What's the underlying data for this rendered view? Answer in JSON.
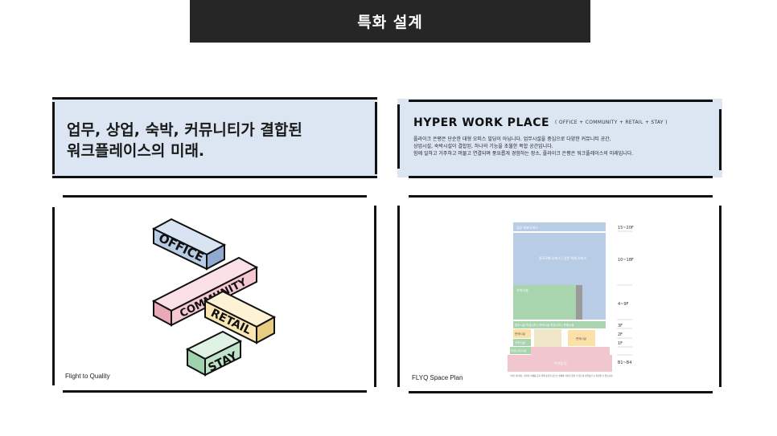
{
  "header": {
    "title": "특화 설계"
  },
  "panel_concept": {
    "headline_line1": "업무, 상업, 숙박, 커뮤니티가 결합된",
    "headline_line2": "워크플레이스의 미래."
  },
  "panel_hyper": {
    "title": "HYPER WORK PLACE",
    "subtitle": "( OFFICE + COMMUNITY + RETAIL + STAY )",
    "body_line1": "플라이크 은평은 단순한 대형 오피스 빌딩이 아닙니다. 업무시설을 중심으로 다양한 커뮤니티 공간,",
    "body_line2": "상업시설, 숙박시설이 결합된, 하나의 기능을 초월한 복합 공간입니다.",
    "body_line3": "함께 일하고 거주하고 머물고 연결되며 풍요롭게 경험하는 장소, 플라이크 은평은 워크플레이스의 미래입니다."
  },
  "panel_diagram": {
    "caption": "Flight to Quality",
    "blocks": [
      {
        "label": "OFFICE",
        "color": "#b9cce6"
      },
      {
        "label": "COMMUNITY",
        "color": "#f6c9d2"
      },
      {
        "label": "RETAIL",
        "color": "#fbe7b3"
      },
      {
        "label": "STAY",
        "color": "#bfe3c8"
      }
    ]
  },
  "panel_plan": {
    "caption": "FLYQ Space Plan",
    "floors": [
      "15~20F",
      "10~18F",
      "4~9F",
      "3F",
      "2F",
      "1F",
      "B1~B4"
    ],
    "zone_labels": {
      "top": "업무 대표오피스",
      "office": "중규모형 오피스 | 일반 특화 오피스",
      "green": "숙박시설",
      "band": "업무시설 커뮤니티 | 숙박시설 커뮤니티 | 판매시설",
      "small1": "판매시설",
      "small2": "숙박시설",
      "small3": "판매시설",
      "community": "커뮤니티시설",
      "parking": "주차장 등"
    },
    "footnote": "*상기 이미지는 소비자 이해를 돕기 위해 표현한 것으로 실제와 차이가 있을 수 있으며 사업승인 시 변경될 수 있습니다."
  }
}
